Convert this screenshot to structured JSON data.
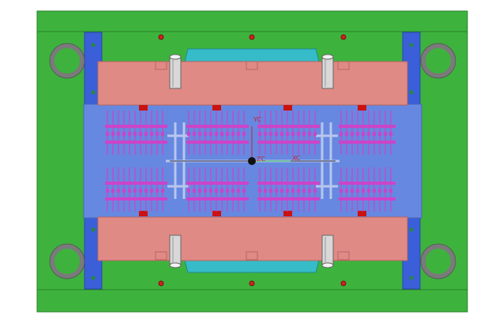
{
  "viewport": {
    "background": "#ffffff",
    "colors": {
      "base_plate": "#3db33d",
      "base_plate_edge": "#2a7f2a",
      "clamp_strip": "#3a5fd8",
      "cavity_plate": "#6688e0",
      "cavity_plate_edge": "#4a66b8",
      "retainer_plate": "#e08a86",
      "retainer_edge": "#b86560",
      "cooling_channel": "#35bcc8",
      "ring": "#808080",
      "pin": "#d8d8d8",
      "runner": "#c8d4f0",
      "cavity_part": "#cc44c8",
      "screw": "#cc2222",
      "gate_block": "#cc1111"
    }
  },
  "wcs": {
    "x_axis_label": "XC",
    "y_axis_label": "YC",
    "z_axis_label": "ZC",
    "x_axis_color": "#2bbb55",
    "y_axis_color": "#cc2233"
  }
}
